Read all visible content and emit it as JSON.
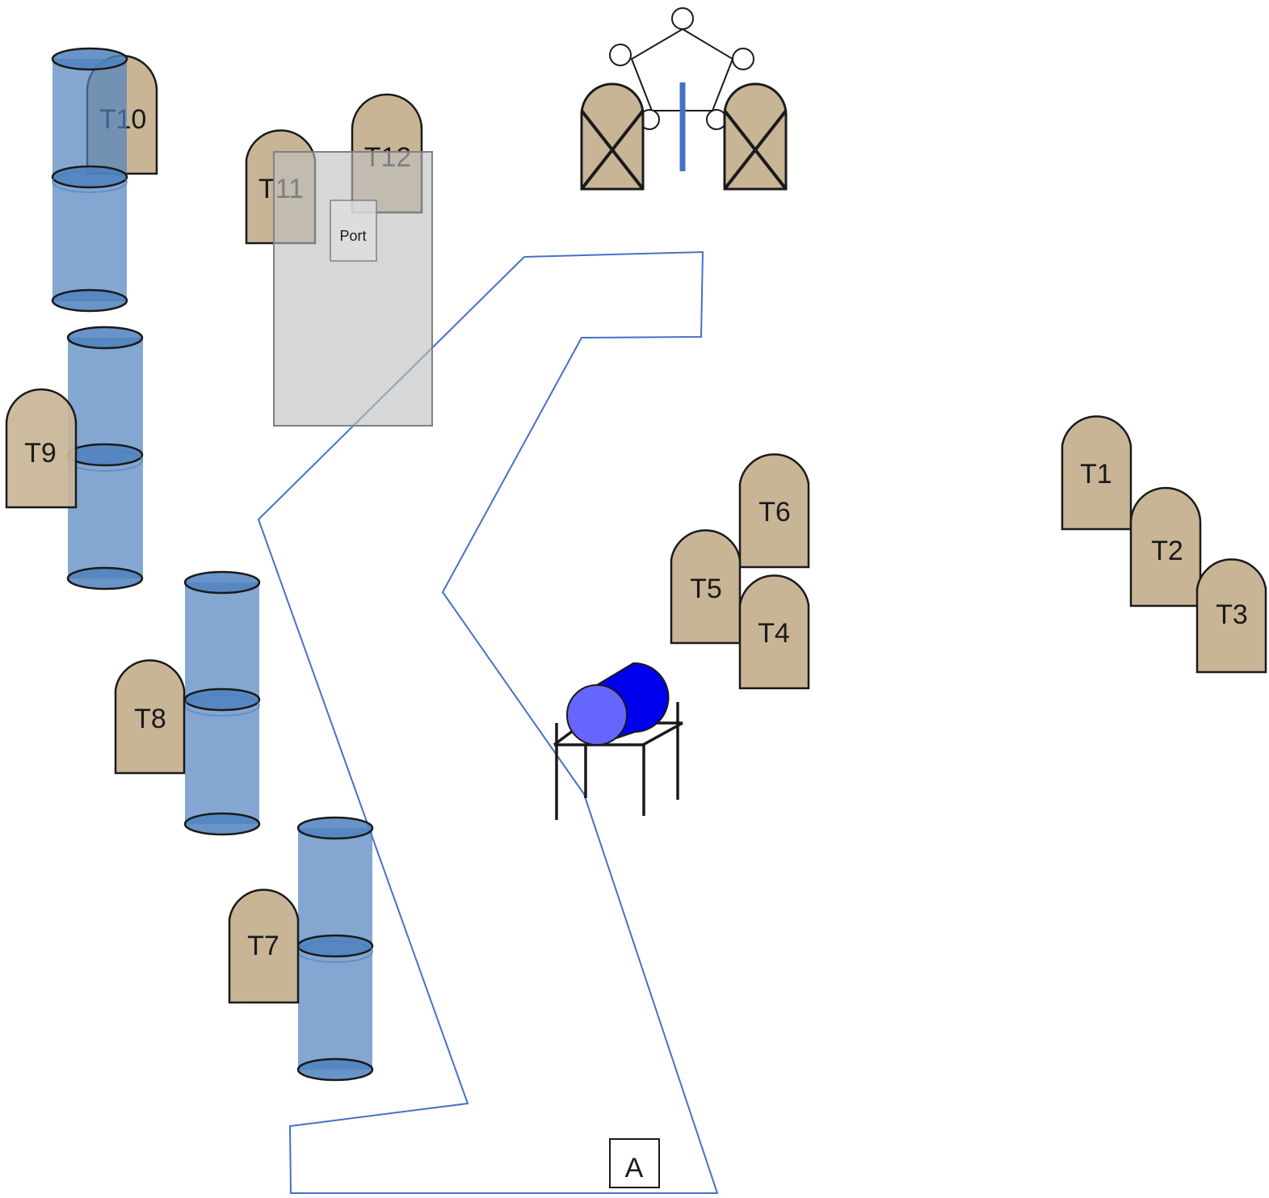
{
  "colors": {
    "tombstone": "#c8b596",
    "cylinder": "#4f81bd",
    "path_line": "#4472c4",
    "overlay": "#bfbfbf",
    "tank": "#0000ee",
    "tank_end": "#6666ff"
  },
  "tombstones": {
    "t1": "T1",
    "t2": "T2",
    "t3": "T3",
    "t4": "T4",
    "t5": "T5",
    "t6": "T6",
    "t7": "T7",
    "t8": "T8",
    "t9": "T9",
    "t10": "T10",
    "t11": "T11",
    "t12": "T12"
  },
  "port_label": "Port",
  "point_a_label": "A",
  "icons": {
    "cylinder": "cylinder-icon",
    "crossed_door": "crossed-door-icon",
    "tank_on_stand": "tank-icon",
    "pentagon_network": "pentagon-network-icon"
  }
}
